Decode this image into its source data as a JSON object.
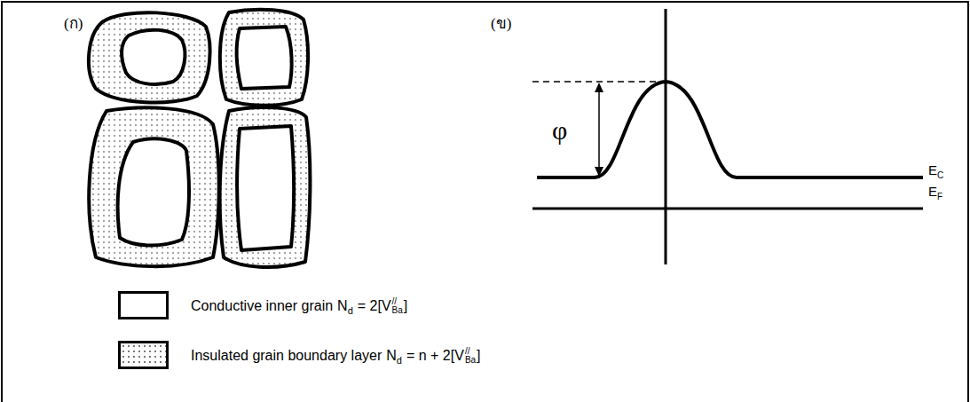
{
  "diagram": {
    "labels": [
      "(ก)",
      "(ข)",
      "φ",
      "E",
      "C",
      "E",
      "F",
      "N",
      "d",
      "= 2[",
      "V",
      "//",
      "Ba",
      "]",
      "N",
      "d",
      "= n + 2[",
      "V",
      "//",
      "Ba",
      "]"
    ],
    "legend": [
      {
        "text": "Conductive inner grain"
      },
      {
        "text": "Insulated grain boundary layer"
      }
    ]
  }
}
